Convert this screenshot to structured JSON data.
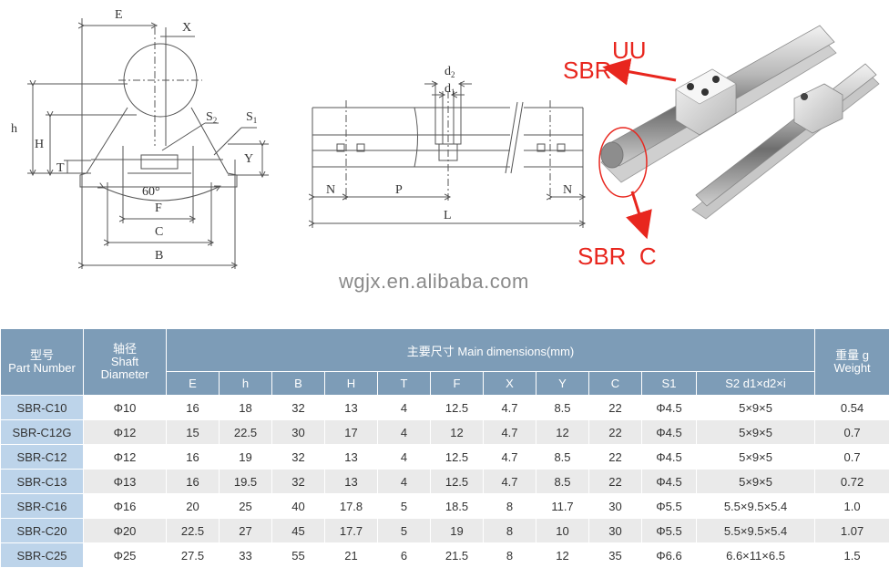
{
  "diagram": {
    "labels": {
      "E": "E",
      "X": "X",
      "h": "h",
      "H": "H",
      "T": "T",
      "S2": "S",
      "S2_sub": "2",
      "S1": "S",
      "S1_sub": "1",
      "Y": "Y",
      "angle": "60°",
      "F": "F",
      "C": "C",
      "B": "B",
      "d2": "d",
      "d2_sub": "2",
      "d1": "d",
      "d1_sub": "1",
      "N_left": "N",
      "P": "P",
      "N_right": "N",
      "L": "L"
    },
    "photo_labels": {
      "sbr": "SBR",
      "uu": "UU",
      "sbr_c": "SBR  C"
    },
    "watermark": "wgjx.en.alibaba.com",
    "colors": {
      "label_red": "#e8261e",
      "line": "#555555"
    }
  },
  "table": {
    "header_colors": {
      "header_bg": "#7d9cb7",
      "part_cell_bg": "#bdd4ea"
    },
    "part_number": {
      "cn": "型号",
      "en": "Part Number"
    },
    "shaft": {
      "cn": "轴径",
      "en1": "Shaft",
      "en2": "Diameter"
    },
    "main_dims": "主要尺寸  Main dimensions(mm)",
    "weight": {
      "cn": "重量 g",
      "en": "Weight"
    },
    "dim_columns": [
      "E",
      "h",
      "B",
      "H",
      "T",
      "F",
      "X",
      "Y",
      "C",
      "S1",
      "S2  d1×d2×i"
    ],
    "rows": [
      [
        "SBR-C10",
        "Φ10",
        "16",
        "18",
        "32",
        "13",
        "4",
        "12.5",
        "4.7",
        "8.5",
        "22",
        "Φ4.5",
        "5×9×5",
        "0.54"
      ],
      [
        "SBR-C12G",
        "Φ12",
        "15",
        "22.5",
        "30",
        "17",
        "4",
        "12",
        "4.7",
        "12",
        "22",
        "Φ4.5",
        "5×9×5",
        "0.7"
      ],
      [
        "SBR-C12",
        "Φ12",
        "16",
        "19",
        "32",
        "13",
        "4",
        "12.5",
        "4.7",
        "8.5",
        "22",
        "Φ4.5",
        "5×9×5",
        "0.7"
      ],
      [
        "SBR-C13",
        "Φ13",
        "16",
        "19.5",
        "32",
        "13",
        "4",
        "12.5",
        "4.7",
        "8.5",
        "22",
        "Φ4.5",
        "5×9×5",
        "0.72"
      ],
      [
        "SBR-C16",
        "Φ16",
        "20",
        "25",
        "40",
        "17.8",
        "5",
        "18.5",
        "8",
        "11.7",
        "30",
        "Φ5.5",
        "5.5×9.5×5.4",
        "1.0"
      ],
      [
        "SBR-C20",
        "Φ20",
        "22.5",
        "27",
        "45",
        "17.7",
        "5",
        "19",
        "8",
        "10",
        "30",
        "Φ5.5",
        "5.5×9.5×5.4",
        "1.07"
      ],
      [
        "SBR-C25",
        "Φ25",
        "27.5",
        "33",
        "55",
        "21",
        "6",
        "21.5",
        "8",
        "12",
        "35",
        "Φ6.6",
        "6.6×11×6.5",
        "1.5"
      ]
    ]
  }
}
